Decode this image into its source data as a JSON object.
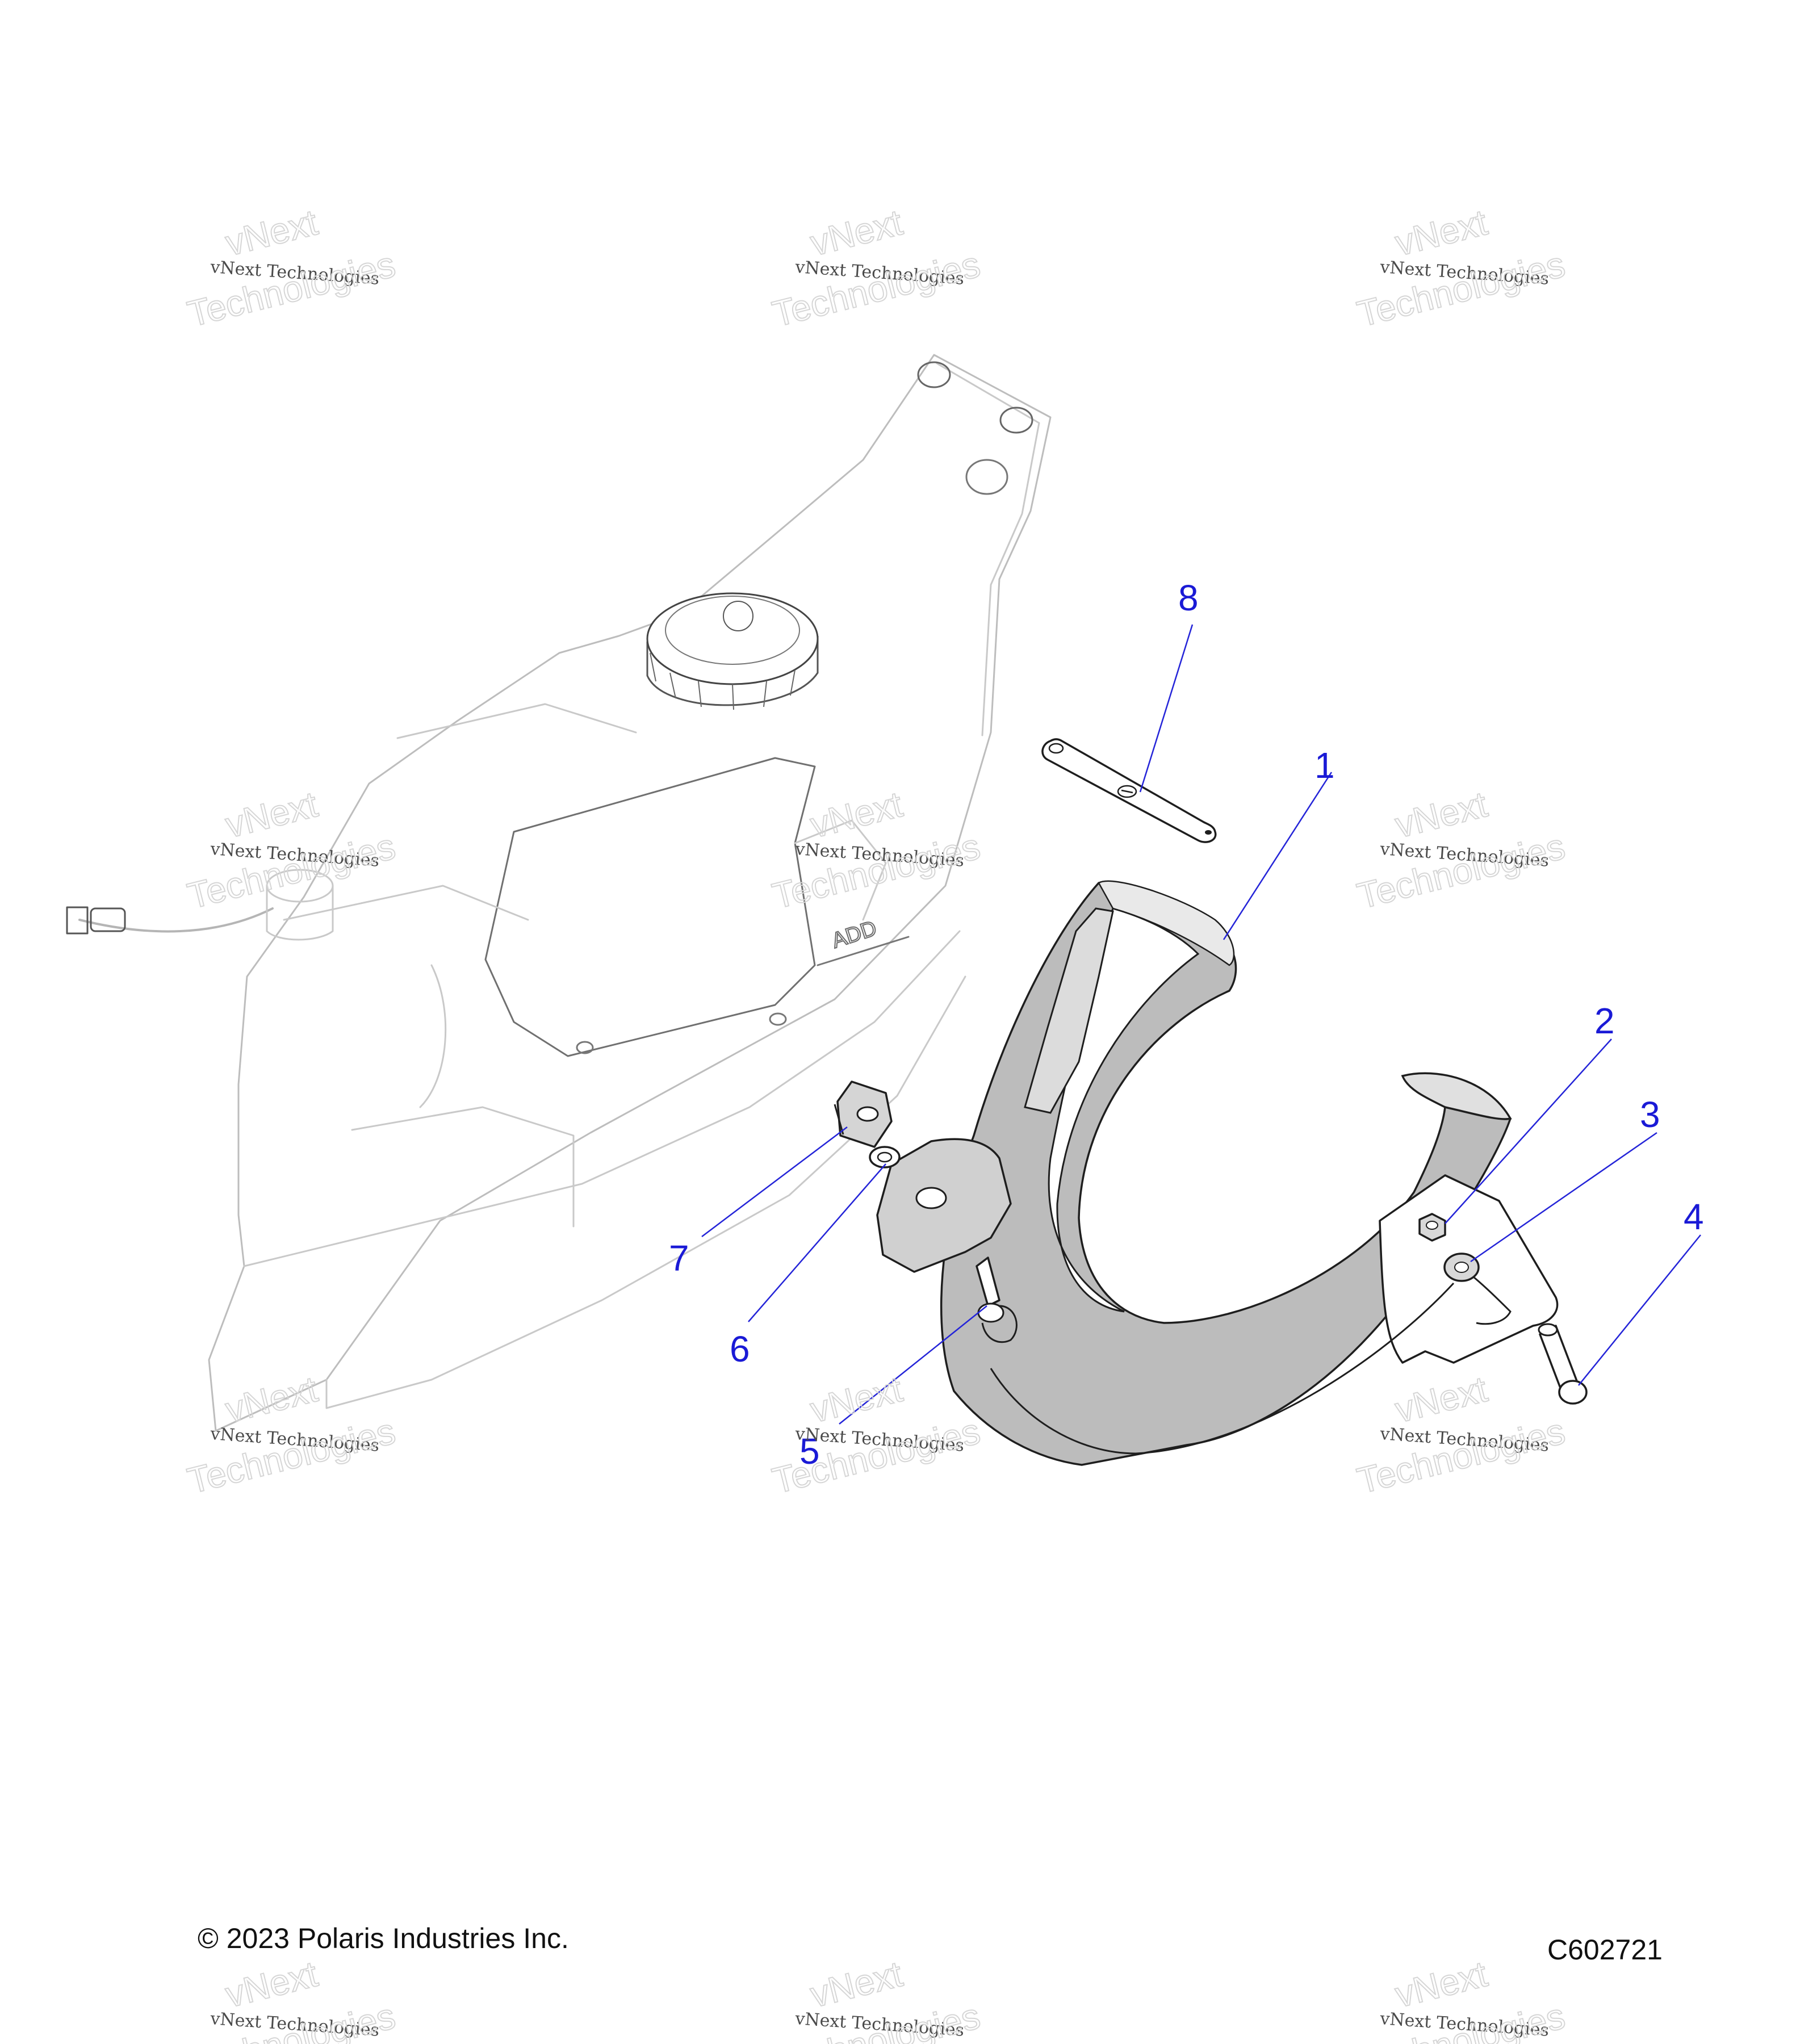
{
  "watermark": {
    "line_a": "vNext",
    "line_b": "vNext Technologies",
    "line_c": "Technologies"
  },
  "callouts": [
    "1",
    "2",
    "3",
    "4",
    "5",
    "6",
    "7",
    "8"
  ],
  "footer": {
    "copyright": "© 2023 Polaris Industries Inc.",
    "drawing_number": "C602721"
  },
  "tank_embossing": "ADD"
}
